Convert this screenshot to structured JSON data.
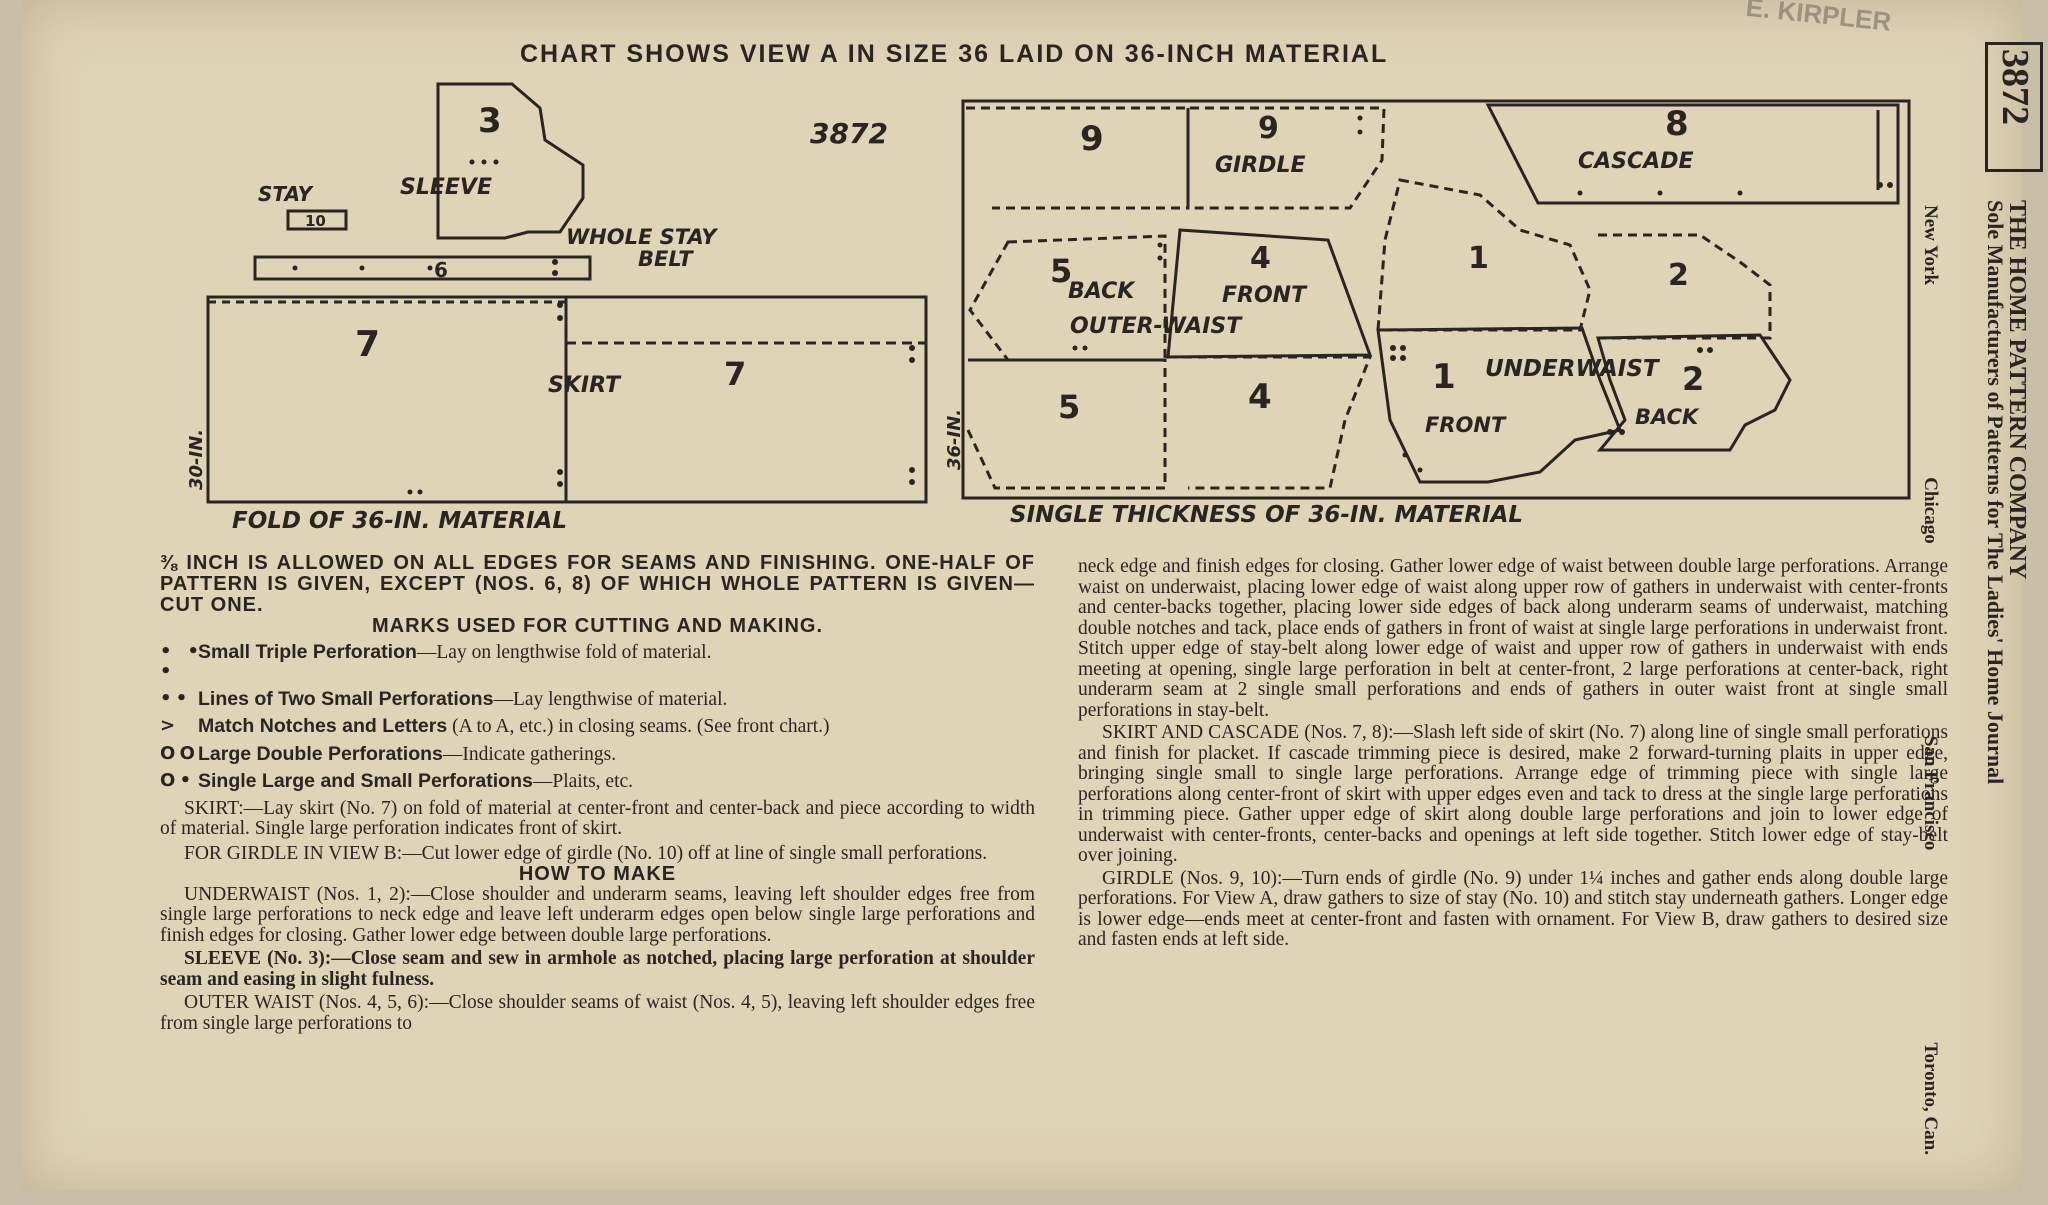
{
  "header": {
    "stamp": "E. KIRPLER",
    "chart_title": "CHART SHOWS VIEW A IN SIZE 36 LAID ON 36-INCH MATERIAL",
    "pattern_number_handwritten": "3872"
  },
  "left_layout": {
    "piece_3": "3",
    "sleeve": "SLEEVE",
    "stay": "STAY",
    "piece_10": "10",
    "whole_stay_belt": "WHOLE STAY",
    "belt": "BELT",
    "piece_6": "6",
    "piece_7a": "7",
    "piece_7b": "7",
    "skirt": "SKIRT",
    "width_label": "30-IN.",
    "fold_caption": "FOLD OF 36-IN. MATERIAL"
  },
  "right_layout": {
    "piece_9": "9",
    "piece_9_girdle": "9",
    "girdle": "GIRDLE",
    "piece_8": "8",
    "cascade": "CASCADE",
    "piece_5": "5",
    "back": "BACK",
    "piece_4": "4",
    "front": "FRONT",
    "outer_waist": "OUTER-WAIST",
    "piece_1": "1",
    "piece_2": "2",
    "piece_5b": "5",
    "piece_4b": "4",
    "piece_1b": "1",
    "underwaist": "UNDERWAIST",
    "piece_2b": "2",
    "front_b": "FRONT",
    "back_b": "BACK",
    "width_label": "36-IN.",
    "single_caption": "SINGLE THICKNESS OF 36-IN. MATERIAL"
  },
  "left_text": {
    "notice": "⅜ INCH IS ALLOWED ON ALL EDGES FOR SEAMS AND FINISHING. ONE-HALF OF PATTERN IS GIVEN, EXCEPT (NOS. 6, 8) OF WHICH WHOLE PATTERN IS GIVEN—CUT ONE.",
    "marks_heading": "MARKS USED FOR CUTTING AND MAKING.",
    "marks": [
      {
        "symbol": "• • •",
        "name": "Small Triple Perforation",
        "text": "—Lay on lengthwise fold of material."
      },
      {
        "symbol": "• •",
        "name": "Lines of Two Small Perforations",
        "text": "—Lay lengthwise of material."
      },
      {
        "symbol": ">",
        "name": "Match Notches and Letters",
        "text": " (A to A, etc.) in closing seams. (See front chart.)"
      },
      {
        "symbol": "O O",
        "name": "Large Double Perforations",
        "text": "—Indicate gatherings."
      },
      {
        "symbol": "O •",
        "name": "Single Large and Small Perforations",
        "text": "—Plaits, etc."
      }
    ],
    "skirt": "SKIRT:—Lay skirt (No. 7) on fold of material at center-front and center-back and piece according to width of material. Single large perforation indicates front of skirt.",
    "girdle_view_b": "FOR GIRDLE IN VIEW B:—Cut lower edge of girdle (No. 10) off at line of single small perforations.",
    "how_heading": "HOW TO MAKE",
    "underwaist": "UNDERWAIST (Nos. 1, 2):—Close shoulder and underarm seams, leaving left shoulder edges free from single large perforations to neck edge and leave left underarm edges open below single large perforations and finish edges for closing. Gather lower edge between double large perforations.",
    "sleeve": "SLEEVE (No. 3):—Close seam and sew in armhole as notched, placing large perforation at shoulder seam and easing in slight fulness.",
    "outer_waist": "OUTER WAIST (Nos. 4, 5, 6):—Close shoulder seams of waist (Nos. 4, 5), leaving left shoulder edges free from single large perforations to"
  },
  "right_text": {
    "continued": "neck edge and finish edges for closing. Gather lower edge of waist between double large perforations. Arrange waist on underwaist, placing lower edge of waist along upper row of gathers in underwaist with center-fronts and center-backs together, placing lower side edges of back along underarm seams of underwaist, matching double notches and tack, place ends of gathers in front of waist at single large perforations in underwaist front. Stitch upper edge of stay-belt along lower edge of waist and upper row of gathers in underwaist with ends meeting at opening, single large perforation in belt at center-front, 2 large perforations at center-back, right underarm seam at 2 single small perforations and ends of gathers in outer waist front at single small perforations in stay-belt.",
    "skirt_cascade": "SKIRT AND CASCADE (Nos. 7, 8):—Slash left side of skirt (No. 7) along line of single small perforations and finish for placket. If cascade trimming piece is desired, make 2 forward-turning plaits in upper edge, bringing single small to single large perforations. Arrange edge of trimming piece with single large perforations along center-front of skirt with upper edges even and tack to dress at the single large perforations in trimming piece. Gather upper edge of skirt along double large perforations and join to lower edge of underwaist with center-fronts, center-backs and openings at left side together. Stitch lower edge of stay-belt over joining.",
    "girdle": "GIRDLE (Nos. 9, 10):—Turn ends of girdle (No. 9) under 1¼ inches and gather ends along double large perforations. For View A, draw gathers to size of stay (No. 10) and stitch stay underneath gathers. Longer edge is lower edge—ends meet at center-front and fasten with ornament. For View B, draw gathers to desired size and fasten ends at left side."
  },
  "spine": {
    "company": "THE HOME PATTERN COMPANY",
    "subtitle": "Sole Manufacturers of Patterns for The Ladies' Home Journal",
    "cities": [
      "New York",
      "Chicago",
      "San Francisco",
      "Toronto, Can."
    ],
    "pattern_number": "3872"
  }
}
